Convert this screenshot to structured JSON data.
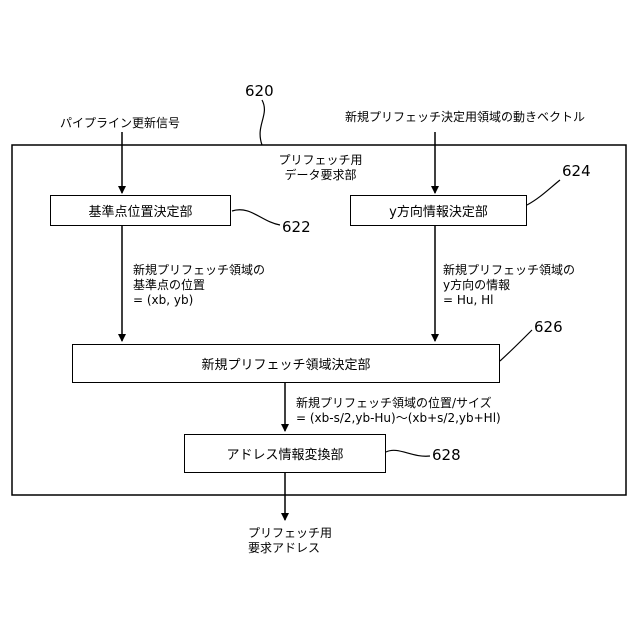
{
  "refs": {
    "outer": "620",
    "base_point": "622",
    "y_direction": "624",
    "region_decision": "626",
    "address_conversion": "628"
  },
  "inputs": {
    "pipeline_update_signal": "パイプライン更新信号",
    "motion_vector": "新規プリフェッチ決定用領域の動きベクトル"
  },
  "outer_block": {
    "title_line1": "プリフェッチ用",
    "title_line2": "データ要求部"
  },
  "blocks": {
    "base_point": "基準点位置決定部",
    "y_direction": "y方向情報決定部",
    "region_decision": "新規プリフェッチ領域決定部",
    "address_conversion": "アドレス情報変換部"
  },
  "signals": {
    "base_position_line1": "新規プリフェッチ領域の",
    "base_position_line2": "基準点の位置",
    "base_position_line3": "= (xb, yb)",
    "y_info_line1": "新規プリフェッチ領域の",
    "y_info_line2": "y方向の情報",
    "y_info_line3": "= Hu, Hl",
    "region_line1": "新規プリフェッチ領域の位置/サイズ",
    "region_line2": "= (xb-s/2,yb-Hu)～(xb+s/2,yb+Hl)"
  },
  "output": {
    "line1": "プリフェッチ用",
    "line2": "要求アドレス"
  }
}
